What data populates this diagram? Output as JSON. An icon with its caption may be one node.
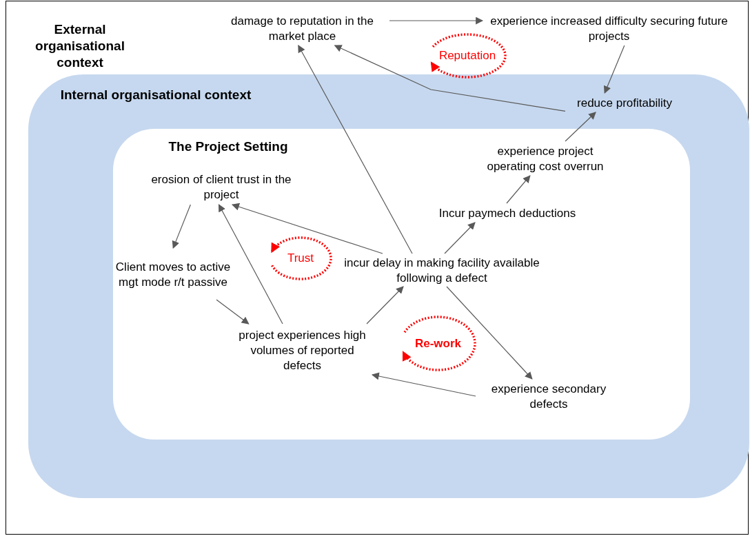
{
  "diagram": {
    "nodes": [
      {
        "text": [
          "External organisational context"
        ]
      },
      {
        "text": [
          "Internal organisational context"
        ],
        "in": 0
      },
      {
        "text": [
          "The Project Setting"
        ],
        "in": 1
      },
      {
        "text": [
          "damage to reputation in the market place"
        ],
        "in": 0
      },
      {
        "text": [
          "experience increased difficulty securing future projects"
        ],
        "in": 0
      },
      {
        "text": [
          "reduce profitability"
        ],
        "in": 1
      },
      {
        "text": [
          "experience project operating cost overrun"
        ],
        "in": 2
      },
      {
        "text": [
          "Incur paymech deductions"
        ],
        "in": 2
      },
      {
        "text": [
          "erosion of client trust in the project"
        ],
        "in": 2
      },
      {
        "text": [
          "Client moves to active mgt mode r/t passive"
        ],
        "in": 2
      },
      {
        "text": [
          "incur delay in making facility available following a defect"
        ],
        "in": 2
      },
      {
        "text": [
          "project experiences high volumes of reported defects"
        ],
        "in": 2
      },
      {
        "text": [
          "experience secondary defects"
        ],
        "in": 2
      },
      {
        "text": [
          "Reputation"
        ],
        "in": 0
      },
      {
        "text": [
          "Trust"
        ],
        "in": 2
      },
      {
        "text": [
          "Re-work"
        ],
        "in": 2
      }
    ],
    "edges": [
      {
        "from": 3,
        "to": 4,
        "arrow": "to"
      },
      {
        "from": 4,
        "to": 5,
        "arrow": "to"
      },
      {
        "from": 5,
        "to": 3,
        "arrow": "to"
      },
      {
        "from": 10,
        "to": 3,
        "arrow": "to"
      },
      {
        "from": 10,
        "to": 8,
        "arrow": "to"
      },
      {
        "from": 10,
        "to": 7,
        "arrow": "to"
      },
      {
        "from": 7,
        "to": 6,
        "arrow": "to"
      },
      {
        "from": 6,
        "to": 5,
        "arrow": "to"
      },
      {
        "from": 10,
        "to": 12,
        "arrow": "to"
      },
      {
        "from": 12,
        "to": 11,
        "arrow": "to"
      },
      {
        "from": 11,
        "to": 10,
        "arrow": "to"
      },
      {
        "from": 11,
        "to": 8,
        "arrow": "to"
      },
      {
        "from": 8,
        "to": 9,
        "arrow": "to"
      },
      {
        "from": 9,
        "to": 11,
        "arrow": "to"
      }
    ]
  }
}
